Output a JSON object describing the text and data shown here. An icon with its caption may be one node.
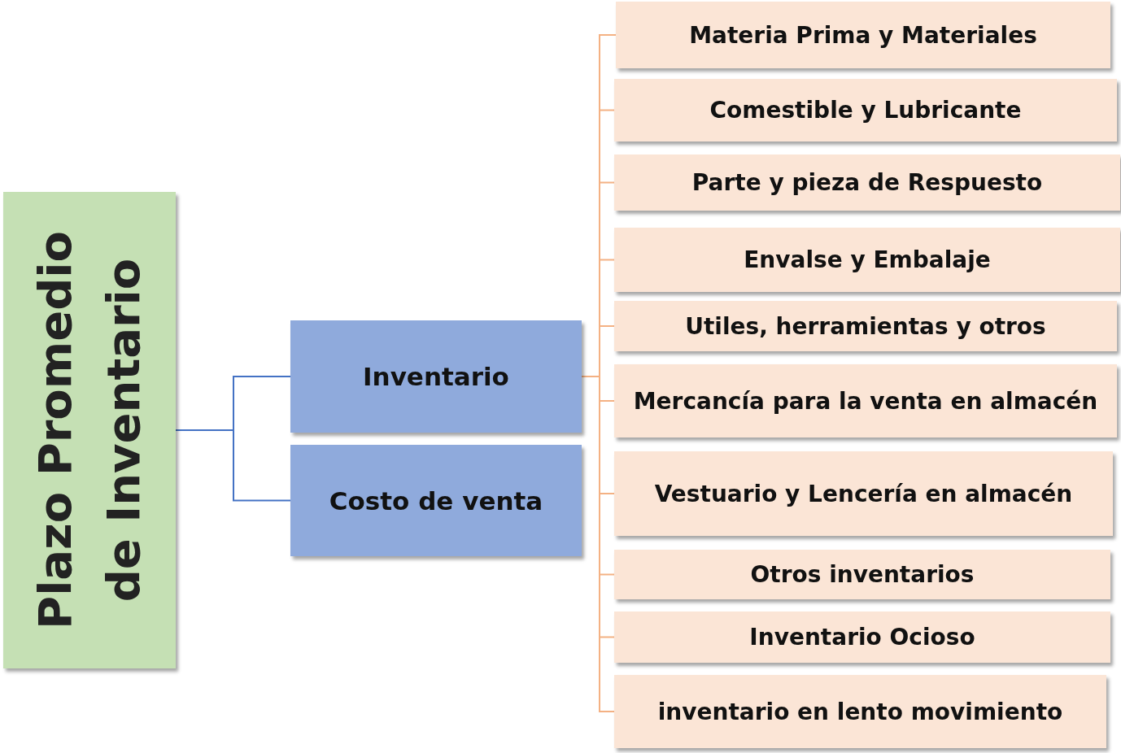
{
  "diagram": {
    "nodes": [
      {
        "text": [
          "Plazo Promedio de Inventario"
        ]
      },
      {
        "text": [
          "Inventario"
        ]
      },
      {
        "text": [
          "Costo de venta"
        ]
      },
      {
        "text": [
          "Materia Prima y Materiales"
        ]
      },
      {
        "text": [
          "Comestible y Lubricante"
        ]
      },
      {
        "text": [
          "Parte y pieza de Respuesto"
        ]
      },
      {
        "text": [
          "Envalse y Embalaje"
        ]
      },
      {
        "text": [
          "Utiles, herramientas y otros"
        ]
      },
      {
        "text": [
          "Mercancía para la venta en almacén"
        ]
      },
      {
        "text": [
          "Vestuario y Lencería en almacén"
        ]
      },
      {
        "text": [
          "Otros inventarios"
        ]
      },
      {
        "text": [
          "Inventario Ocioso"
        ]
      },
      {
        "text": [
          "inventario en lento movimiento"
        ]
      }
    ],
    "edges": [
      {
        "from": 0,
        "to": 1,
        "arrow": "none",
        "color": "#4472c4"
      },
      {
        "from": 0,
        "to": 2,
        "arrow": "none",
        "color": "#4472c4"
      },
      {
        "from": 1,
        "to": 3,
        "arrow": "none"
      },
      {
        "from": 1,
        "to": 4,
        "arrow": "none"
      },
      {
        "from": 1,
        "to": 5,
        "arrow": "none"
      },
      {
        "from": 1,
        "to": 6,
        "arrow": "none"
      },
      {
        "from": 1,
        "to": 7,
        "arrow": "none"
      },
      {
        "from": 1,
        "to": 8,
        "arrow": "none"
      },
      {
        "from": 1,
        "to": 9,
        "arrow": "none"
      },
      {
        "from": 1,
        "to": 10,
        "arrow": "none"
      },
      {
        "from": 1,
        "to": 11,
        "arrow": "none"
      },
      {
        "from": 1,
        "to": 12,
        "arrow": "none"
      }
    ]
  }
}
